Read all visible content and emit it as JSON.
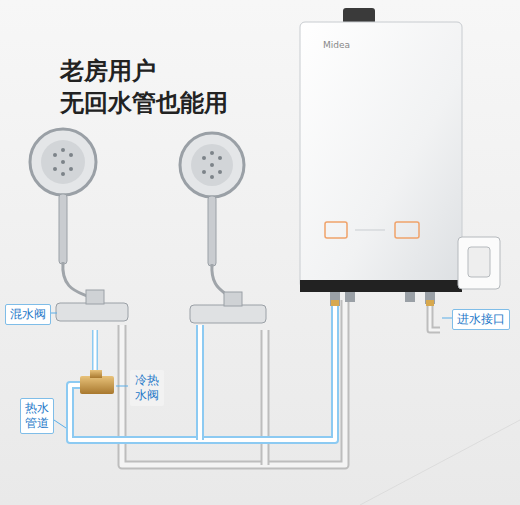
{
  "diagram": {
    "title": "老房用户 无回水管也能用",
    "nodes": [
      {
        "text": [
          "混水阀"
        ]
      },
      {
        "text": [
          "冷热水阀"
        ]
      },
      {
        "text": [
          "热水管道"
        ]
      },
      {
        "text": [
          "进水接口"
        ]
      }
    ],
    "labels": [
      "Midea"
    ]
  }
}
